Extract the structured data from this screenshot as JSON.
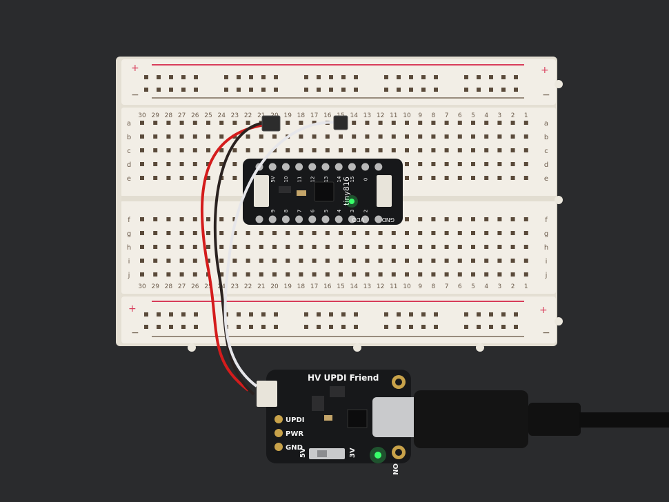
{
  "scene": {
    "background": "#2a2b2d",
    "breadboard": {
      "color": "#f1ede4",
      "hole_color": "#5a4a3a",
      "rail_plus_color": "#d83c5a",
      "rail_minus_color": "#7a6a5a",
      "plus_symbol": "+",
      "minus_symbol": "−",
      "column_numbers": [
        "30",
        "29",
        "28",
        "27",
        "26",
        "25",
        "24",
        "23",
        "22",
        "21",
        "20",
        "19",
        "18",
        "17",
        "16",
        "15",
        "14",
        "13",
        "12",
        "11",
        "10",
        "9",
        "8",
        "7",
        "6",
        "5",
        "4",
        "3",
        "2",
        "1"
      ],
      "row_letters_top": [
        "a",
        "b",
        "c",
        "d",
        "e"
      ],
      "row_letters_bottom": [
        "f",
        "g",
        "h",
        "i",
        "j"
      ]
    },
    "tiny_board": {
      "color": "#17181a",
      "label": "tiny816",
      "vdd_label": "VDD",
      "gnd_label": "GND",
      "pin_labels_top": [
        "5V",
        "10",
        "11",
        "12",
        "13",
        "14",
        "15",
        "0"
      ],
      "pin_labels_bottom": [
        "9",
        "8",
        "7",
        "6",
        "5",
        "4",
        "3",
        "2"
      ],
      "led_color": "#39ff6a"
    },
    "hv_board": {
      "color": "#17181a",
      "title": "HV UPDI Friend",
      "pin_updi": "UPDI",
      "pin_pwr": "PWR",
      "pin_gnd": "GND",
      "switch_left": "5V",
      "switch_right": "3V",
      "on_label": "ON",
      "led_color": "#39ff6a"
    },
    "wires": [
      {
        "name": "updi-wire",
        "color": "#e6e6ea"
      },
      {
        "name": "power-wire",
        "color": "#d41c1c"
      },
      {
        "name": "ground-wire",
        "color": "#2a2220"
      }
    ],
    "usb_cable_color": "#141414"
  }
}
